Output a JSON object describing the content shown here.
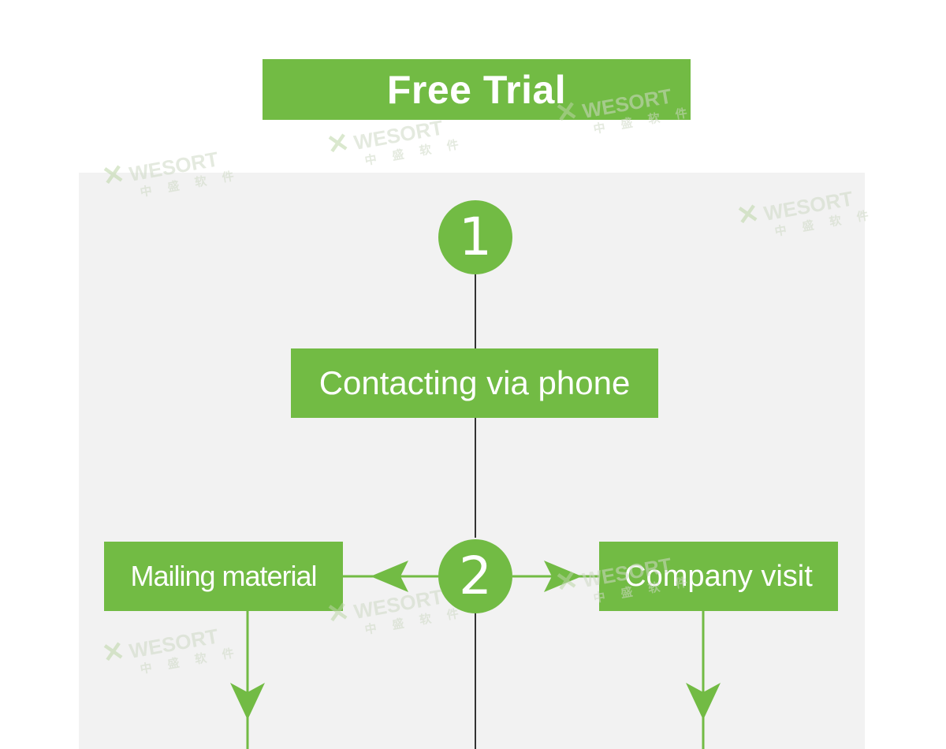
{
  "header": {
    "title": "Free Trial"
  },
  "flow": {
    "step1": "1",
    "step2": "2",
    "contact": "Contacting via phone",
    "left_option": "Mailing material",
    "right_option": "Company visit"
  },
  "watermark": {
    "brand": "WESORT",
    "sub": "中 盛 软 件"
  },
  "colors": {
    "accent": "#72bb44",
    "panel": "#f2f2f2",
    "line": "#333333"
  }
}
